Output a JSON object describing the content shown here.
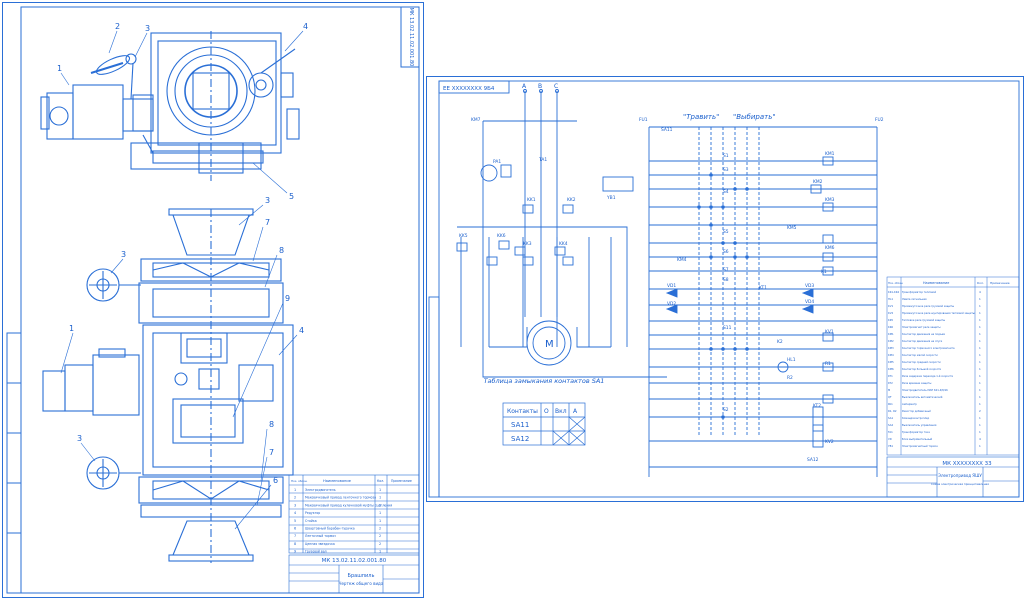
{
  "left_sheet": {
    "stamp_code": "МК 13.02.11.02.001.80",
    "doc_number": "МК 13.02.11.02.001.80",
    "title_line1": "Брашпиль",
    "title_line2": "Чертеж общего вида",
    "bom_headers": [
      "Поз. обозн.",
      "Наименование",
      "Кол.",
      "Примечание"
    ],
    "bom_rows": [
      [
        "1",
        "Электродвигатель",
        "1"
      ],
      [
        "2",
        "Маховичковый привод ленточного тормоза",
        "1"
      ],
      [
        "3",
        "Маховичковый привод кулачковой муфты сцепления",
        "2"
      ],
      [
        "4",
        "Редуктор",
        "1"
      ],
      [
        "5",
        "Стойка",
        "1"
      ],
      [
        "6",
        "Швартовный барабан-турачка",
        "2"
      ],
      [
        "7",
        "Ленточный тормоз",
        "2"
      ],
      [
        "8",
        "Цепная звездочка",
        "2"
      ],
      [
        "9",
        "Грузовой вал",
        "1"
      ]
    ],
    "callouts": [
      "1",
      "2",
      "3",
      "4",
      "5",
      "6",
      "7",
      "8",
      "9",
      "1",
      "3",
      "4",
      "3",
      "6",
      "7",
      "8"
    ]
  },
  "right_sheet": {
    "stamp_code": "ЕЕ XXXXXXXX 9Б4",
    "doc_number": "МК XXXXXXXX 33",
    "title_line1": "Электропривод ЯШУ",
    "title_line2": "Схема электрическая принципиальная",
    "mode_labels": [
      "\"Травить\"",
      "\"Выбирать\""
    ],
    "phase_labels": [
      "A",
      "B",
      "C"
    ],
    "motor_label": "M",
    "component_labels": [
      "KM1",
      "KM2",
      "KM3",
      "KM4",
      "KM5",
      "KM6",
      "KM7",
      "KK1",
      "KK2",
      "KK3",
      "KK4",
      "KK5",
      "KK6",
      "TA1",
      "PA1",
      "YB1",
      "FU1",
      "FU2",
      "SA11",
      "SA12",
      "KT1",
      "KT2",
      "KV1",
      "KV2",
      "VD1",
      "VD2",
      "VD3",
      "VD4",
      "R1",
      "R2",
      "HL1",
      "K1",
      "K2",
      "S1",
      "S2",
      "S3",
      "S4",
      "S5",
      "S6",
      "S7",
      "S8",
      "S11"
    ],
    "switch_table_title": "Таблица замыкания контактов SA1",
    "switch_table_headers": [
      "Контакты",
      "О",
      "Вкл",
      "А"
    ],
    "switch_table_rows": [
      "SA11",
      "SA12"
    ],
    "bom_headers": [
      "Поз. обозн.",
      "Наименование",
      "Кол.",
      "Примечание"
    ],
    "bom_rows": [
      [
        "KK1-KK4",
        "Трансформатор тепловой",
        "4"
      ],
      [
        "HL1",
        "Лампа сигнальная",
        "1"
      ],
      [
        "KV1",
        "Промежуточное реле грузовой защиты",
        "1"
      ],
      [
        "KV2",
        "Промежуточное реле шунтирования тепловой защиты",
        "1"
      ],
      [
        "KK5",
        "Тепловое реле грузовой защиты",
        "1"
      ],
      [
        "KK6",
        "Электромагнит реле защиты",
        "1"
      ],
      [
        "KM1",
        "Контактор движения на подъем",
        "1"
      ],
      [
        "KM2",
        "Контактор движения на спуск",
        "1"
      ],
      [
        "KM3",
        "Контактор тормозного электромагнита",
        "1"
      ],
      [
        "KM4",
        "Контактор малой скорости",
        "1"
      ],
      [
        "KM5",
        "Контактор средней скорости",
        "1"
      ],
      [
        "KM6",
        "Контактор большой скорости",
        "1"
      ],
      [
        "KT1",
        "Реле задержки перехода 1-й скорости",
        "1"
      ],
      [
        "KT2",
        "Реле времени защиты",
        "1"
      ],
      [
        "M",
        "Электродвигатель МАП 621-4/8/16",
        "1"
      ],
      [
        "QF",
        "Выключатель автоматический",
        "1"
      ],
      [
        "PA1",
        "Амперметр",
        "1"
      ],
      [
        "R1, R2",
        "Резистор добавочный",
        "2"
      ],
      [
        "SA1",
        "Командоконтроллер",
        "1"
      ],
      [
        "SA2",
        "Выключатель управления",
        "1"
      ],
      [
        "TA1",
        "Трансформатор тока",
        "1"
      ],
      [
        "VD",
        "Блок выпрямительный",
        "4"
      ],
      [
        "YB1",
        "Электромагнитный тормоз",
        "1"
      ]
    ]
  },
  "colors": {
    "line": "#2a6fd6",
    "text": "#1a5fcc",
    "paper": "#ffffff"
  }
}
